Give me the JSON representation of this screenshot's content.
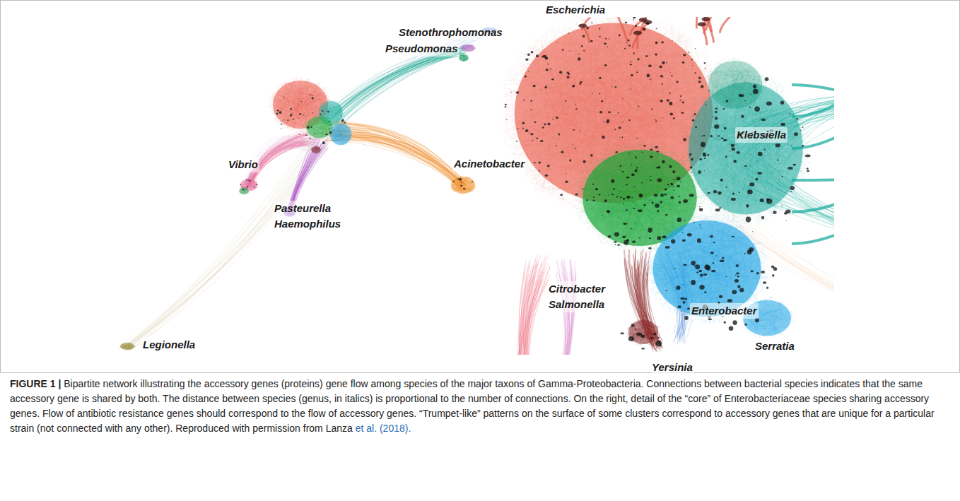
{
  "diagram": {
    "caption": "FIGURE 1 | Bipartite network illustrating the accessory genes (proteins) gene flow among species of the major taxons of Gamma-Proteobacteria. Connections between bacterial species indicates that the same accessory gene is shared by both. The distance between species (genus, in italics) is proportional to the number of connections. On the right, detail of the “core” of Enterobacteriaceae species sharing accessory genes. Flow of antibiotic resistance genes should correspond to the flow of accessory genes. “Trumpet-like” patterns on the surface of some clusters correspond to accessory genes that are unique for a particular strain (not connected with any other). Reproduced with permission from Lanza et al. (2018).",
    "labels": [
      "Escherichia",
      "Stenothrophomonas",
      "Pseudomonas",
      "Klebsiella",
      "Vibrio",
      "Acinetobacter",
      "Pasteurella Haemophilus",
      "Citrobacter Salmonella",
      "Enterobacter",
      "Serratia",
      "Yersinia",
      "Legionella"
    ]
  }
}
